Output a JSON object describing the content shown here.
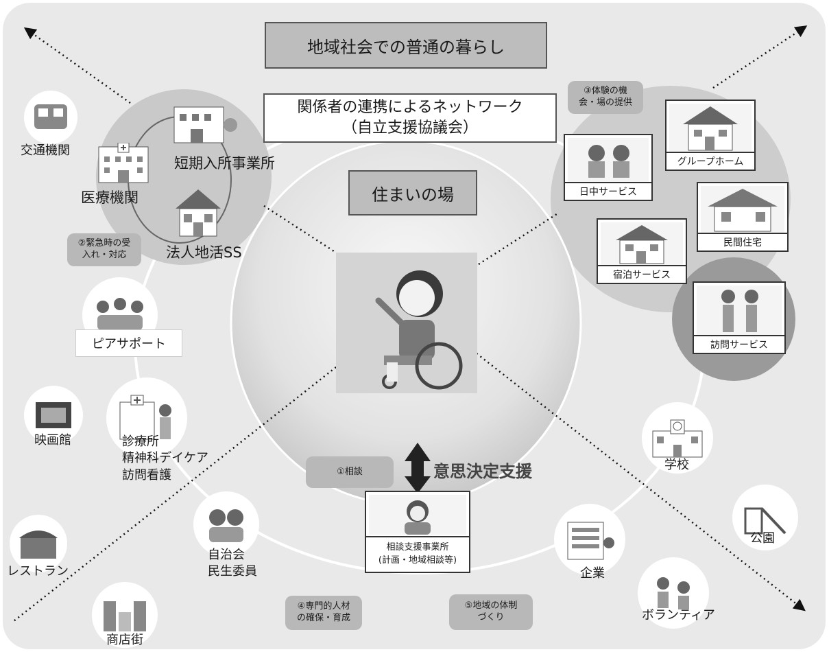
{
  "titles": {
    "top": "地域社会での普通の暮らし",
    "network_line1": "関係者の連携によるネットワーク",
    "network_line2": "（自立支援協議会）",
    "sumai": "住まいの場",
    "decision": "意思決定支援"
  },
  "pills": {
    "p1": "①相談",
    "p2_line1": "②緊急時の受",
    "p2_line2": "入れ・対応",
    "p3_line1": "③体験の機",
    "p3_line2": "会・場の提供",
    "p4_line1": "④専門的人材",
    "p4_line2": "の確保・育成",
    "p5_line1": "⑤地域の体制",
    "p5_line2": "づくり"
  },
  "left_group": {
    "tanki": "短期入所事業所",
    "iryo": "医療機関",
    "hojin": "法人地活SS"
  },
  "right_group": {
    "nicchu": "日中サービス",
    "group_home": "グループホーム",
    "minkan": "民間住宅",
    "shukuhaku": "宿泊サービス",
    "homon": "訪問サービス"
  },
  "community": {
    "kotsu": "交通機関",
    "peer": "ピアサポート",
    "eiga": "映画館",
    "shinryo_line1": "診療所",
    "shinryo_line2": "精神科デイケア",
    "shinryo_line3": "訪問看護",
    "restaurant": "レストラン",
    "jichi_line1": "自治会",
    "jichi_line2": "民生委員",
    "shoten": "商店街",
    "sodan_line1": "相談支援事業所",
    "sodan_line2": "(計画・地域相談等)",
    "kigyo": "企業",
    "volunteer": "ボランティア",
    "gakko": "学校",
    "koen": "公園"
  }
}
